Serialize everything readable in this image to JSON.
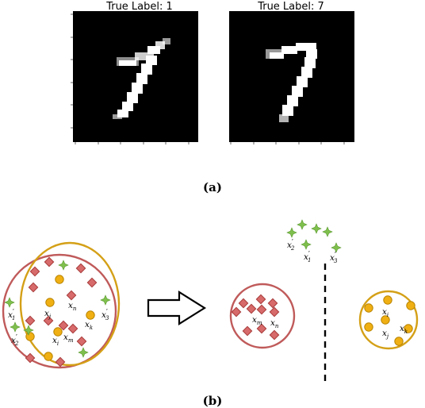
{
  "panel_a": {
    "label": "(a)",
    "images": [
      {
        "title": "True Label: 1"
      },
      {
        "title": "True Label: 7"
      }
    ]
  },
  "panel_b": {
    "label": "(b)",
    "colors": {
      "red": "#c05a5a",
      "diamond_fill": "#d76a6a",
      "diamond_stroke": "#a83a3a",
      "gold": "#d4a017",
      "circle_fill": "#f0b013",
      "circle_stroke": "#b88300",
      "green": "#7fbf4d",
      "arrow": "#000000",
      "divider": "#000000"
    },
    "left_labels": {
      "x1p": {
        "base": "x",
        "sub": "1",
        "prime": "′"
      },
      "x2p": {
        "base": "x",
        "sub": "2",
        "prime": "′"
      },
      "x3p": {
        "base": "x",
        "sub": "3",
        "prime": "′"
      },
      "xj": {
        "base": "x",
        "sub": "j"
      },
      "xn": {
        "base": "x",
        "sub": "n"
      },
      "xk": {
        "base": "x",
        "sub": "k"
      },
      "xi": {
        "base": "x",
        "sub": "i"
      },
      "xm": {
        "base": "x",
        "sub": "m"
      }
    },
    "right_labels": {
      "x1p": {
        "base": "x",
        "sub": "1",
        "prime": "′"
      },
      "x2p": {
        "base": "x",
        "sub": "2",
        "prime": "′"
      },
      "x3p": {
        "base": "x",
        "sub": "3",
        "prime": "′"
      },
      "xm": {
        "base": "x",
        "sub": "m"
      },
      "xn": {
        "base": "x",
        "sub": "n"
      },
      "xi": {
        "base": "x",
        "sub": "i"
      },
      "xj": {
        "base": "x",
        "sub": "j"
      },
      "xk": {
        "base": "x",
        "sub": "k"
      }
    }
  }
}
